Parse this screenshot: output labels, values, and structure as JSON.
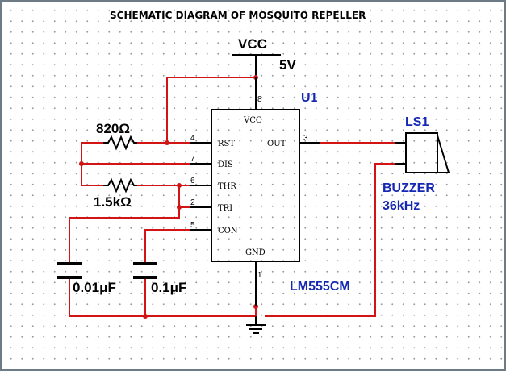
{
  "title": "SCHEMATIC DIAGRAM OF MOSQUITO REPELLER",
  "supply": {
    "name": "VCC",
    "voltage": "5V"
  },
  "ic": {
    "ref": "U1",
    "part": "LM555CM",
    "pins": {
      "vcc": {
        "name": "VCC",
        "num": "8"
      },
      "rst": {
        "name": "RST",
        "num": "4"
      },
      "dis": {
        "name": "DIS",
        "num": "7"
      },
      "thr": {
        "name": "THR",
        "num": "6"
      },
      "tri": {
        "name": "TRI",
        "num": "2"
      },
      "con": {
        "name": "CON",
        "num": "5"
      },
      "out": {
        "name": "OUT",
        "num": "3"
      },
      "gnd": {
        "name": "GND",
        "num": "1"
      }
    }
  },
  "components": {
    "r1": "820Ω",
    "r2": "1.5kΩ",
    "c1": "0.01μF",
    "c2": "0.1μF",
    "buzzer_ref": "LS1",
    "buzzer_name": "BUZZER",
    "buzzer_freq": "36kHz"
  },
  "colors": {
    "wire": "#d21414",
    "label_blue": "#1428b4",
    "grid_dot": "#9a9a9a",
    "frame": "#6d7b86"
  }
}
